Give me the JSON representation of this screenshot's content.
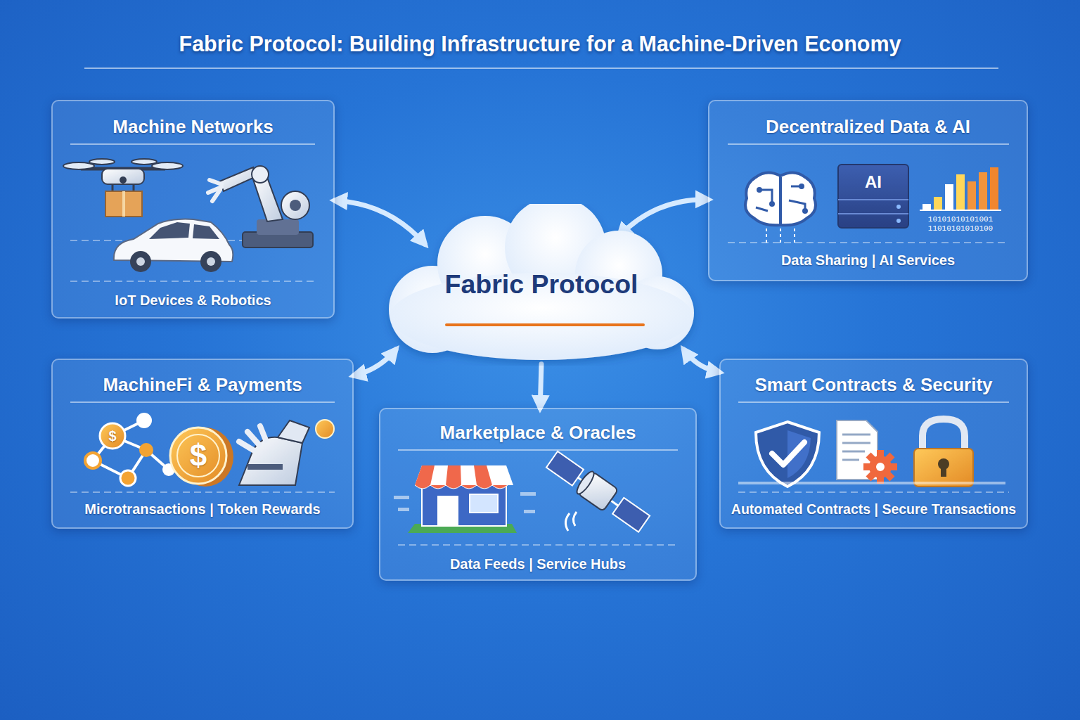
{
  "diagram": {
    "title": "Fabric Protocol: Building Infrastructure for a Machine-Driven Economy",
    "nodes": [
      {
        "text": [
          "Machine Networks",
          "IoT Devices & Robotics"
        ]
      },
      {
        "text": [
          "Decentralized Data & AI",
          "Data Sharing | AI Services"
        ]
      },
      {
        "text": [
          "Fabric Protocol"
        ]
      },
      {
        "text": [
          "MachineFi & Payments",
          "Microtransactions | Token Rewards"
        ]
      },
      {
        "text": [
          "Marketplace & Oracles",
          "Data Feeds | Service Hubs"
        ]
      },
      {
        "text": [
          "Smart Contracts & Security",
          "Automated Contracts | Secure Transactions"
        ]
      }
    ],
    "edges": [
      {
        "from": 0,
        "to": 2,
        "arrow": "both"
      },
      {
        "from": 1,
        "to": 2,
        "arrow": "both"
      },
      {
        "from": 3,
        "to": 2,
        "arrow": "both"
      },
      {
        "from": 5,
        "to": 2,
        "arrow": "both"
      },
      {
        "from": 2,
        "to": 4,
        "arrow": "to"
      }
    ],
    "labels": [
      "AI",
      "10101010101001",
      "11010101010100",
      "$",
      "$"
    ]
  }
}
